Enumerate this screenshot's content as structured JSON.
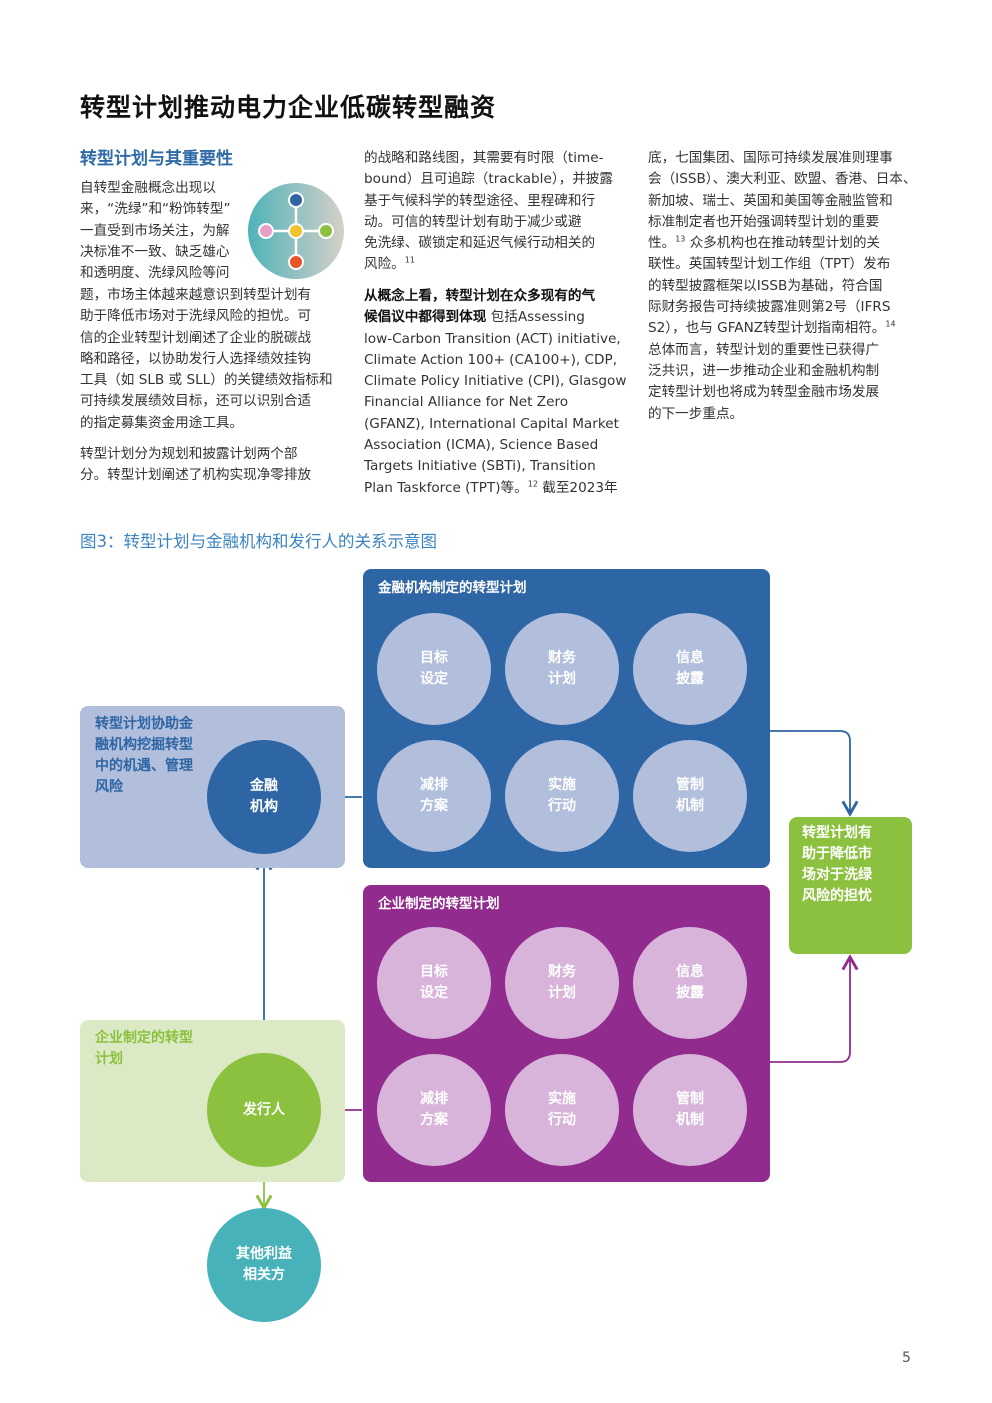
{
  "page": {
    "title": "转型计划推动电力企业低碳转型融资",
    "subtitle": "转型计划与其重要性",
    "page_number": "5"
  },
  "col1": {
    "para1_wrapped": [
      "自转型金融概念出现以",
      "来，“洗绿”和“粉饰转型”",
      "一直受到市场关注，为解",
      "决标准不一致、缺乏雄心",
      "和透明度、洗绿风险等问"
    ],
    "para1_full": [
      "题，市场主体越来越意识到转型计划有",
      "助于降低市场对于洗绿风险的担忧。可",
      "信的企业转型计划阐述了企业的脱碳战",
      "略和路径，以协助发行人选择绩效挂钩",
      "工具（如 SLB 或 SLL）的关键绩效指标和",
      "可持续发展绩效目标，还可以识别合适",
      "的指定募集资金用途工具。"
    ],
    "para2": [
      "转型计划分为规划和披露计划两个部",
      "分。转型计划阐述了机构实现净零排放"
    ]
  },
  "col2": {
    "para1": [
      "的战略和路线图，其需要有时限（time-",
      "bound）且可追踪（trackable），并披露",
      "基于气候科学的转型途径、里程碑和行",
      "动。可信的转型计划有助于减少或避",
      "免洗绿、碳锁定和延迟气候行动相关的"
    ],
    "para1_last": "风险。",
    "para1_note": "11",
    "para2_bold_1": "从概念上看，转型计划在众多现有的气",
    "para2_bold_2": "候倡议中都得到体现",
    "para2_rest_first": " 包括Assessing",
    "para2": [
      "low-Carbon Transition (ACT) initiative,",
      "Climate Action 100+ (CA100+), CDP,",
      "Climate Policy Initiative (CPI), Glasgow",
      "Financial Alliance for Net Zero",
      "(GFANZ), International Capital Market",
      "Association (ICMA), Science Based",
      "Targets Initiative (SBTi), Transition"
    ],
    "para2_last_a": "Plan Taskforce (TPT)等。",
    "para2_note": "12",
    "para2_last_b": " 截至2023年"
  },
  "col3": {
    "lines_a": [
      "底，七国集团、国际可持续发展准则理事",
      "会（ISSB）、澳大利亚、欧盟、香港、日本、",
      "新加坡、瑞士、英国和美国等金融监管和",
      "标准制定者也开始强调转型计划的重要"
    ],
    "line_note13_a": "性。",
    "note13": "13",
    "line_note13_b": " 众多机构也在推动转型计划的关",
    "lines_b": [
      "联性。英国转型计划工作组（TPT）发布",
      "的转型披露框架以ISSB为基础，符合国",
      "际财务报告可持续披露准则第2号（IFRS"
    ],
    "line_note14_a": "S2），也与 GFANZ转型计划指南相符。",
    "note14": "14",
    "lines_c": [
      "总体而言，转型计划的重要性已获得广",
      "泛共识，进一步推动企业和金融机构制",
      "定转型计划也将成为转型金融市场发展",
      "的下一步重点。"
    ]
  },
  "figure": {
    "caption": "图3：转型计划与金融机构和发行人的关系示意图",
    "fi_panel_title": "金融机构制定的转型计划",
    "corp_panel_title": "企业制定的转型计划",
    "fi_items": [
      {
        "l1": "目标",
        "l2": "设定"
      },
      {
        "l1": "财务",
        "l2": "计划"
      },
      {
        "l1": "信息",
        "l2": "披露"
      },
      {
        "l1": "减排",
        "l2": "方案"
      },
      {
        "l1": "实施",
        "l2": "行动"
      },
      {
        "l1": "管制",
        "l2": "机制"
      }
    ],
    "corp_items": [
      {
        "l1": "目标",
        "l2": "设定"
      },
      {
        "l1": "财务",
        "l2": "计划"
      },
      {
        "l1": "信息",
        "l2": "披露"
      },
      {
        "l1": "减排",
        "l2": "方案"
      },
      {
        "l1": "实施",
        "l2": "行动"
      },
      {
        "l1": "管制",
        "l2": "机制"
      }
    ],
    "left_top_text": [
      "转型计划协助金",
      "融机构挖掘转型",
      "中的机遇、管理",
      "风险"
    ],
    "left_bottom_text": [
      "企业制定的转型",
      "计划"
    ],
    "fi_node": {
      "l1": "金融",
      "l2": "机构"
    },
    "issuer_node": "发行人",
    "stakeholder_node": {
      "l1": "其他利益",
      "l2": "相关方"
    },
    "right_box_text": [
      "转型计划有",
      "助于降低市",
      "场对于洗绿",
      "风险的担忧"
    ]
  },
  "colors": {
    "title_blue": "#2d6aa6",
    "fi_panel": "#2e65a4",
    "corp_panel": "#912c8e",
    "fi_light": "#b1bedc",
    "corp_light": "#d8b4db",
    "green": "#8bc13f",
    "light_green": "#dbe9c5",
    "teal": "#47b2b9"
  }
}
